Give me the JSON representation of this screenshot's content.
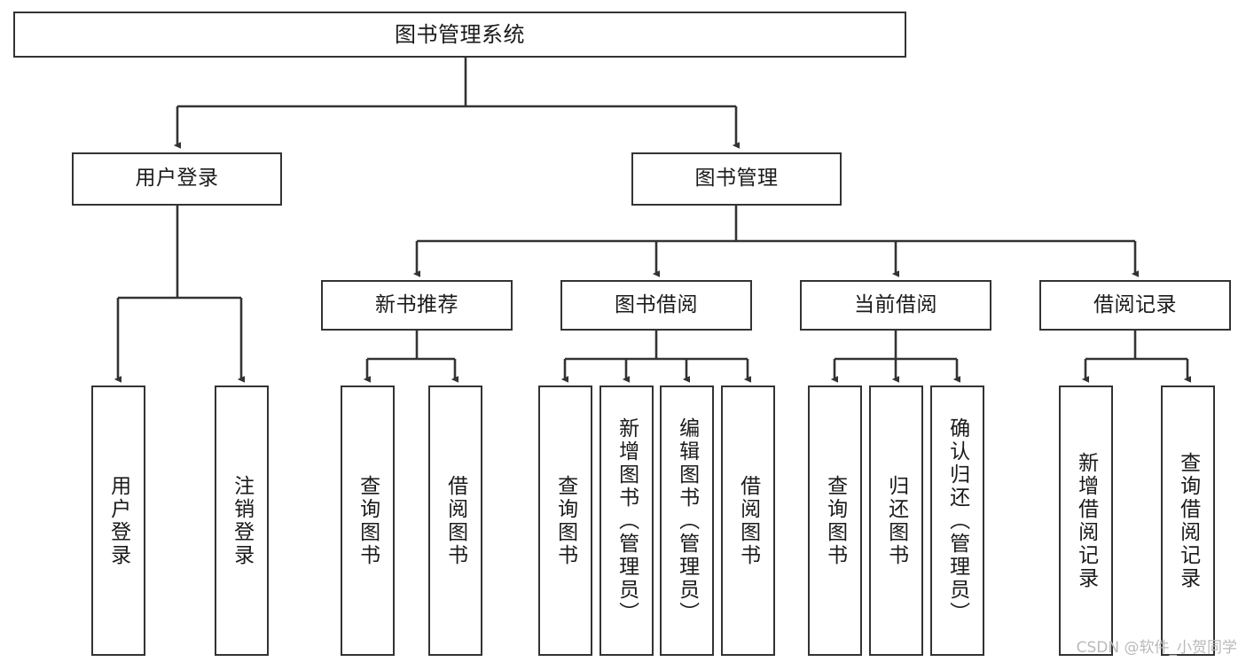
{
  "diagram": {
    "title": "图书管理系统",
    "type": "tree",
    "colors": {
      "node_border": "#333333",
      "node_fill": "#ffffff",
      "edge": "#333333",
      "text": "#1a1a1a",
      "watermark": "#b9b9b9",
      "background": "#ffffff"
    },
    "root": {
      "id": "root",
      "label": "图书管理系统"
    },
    "level2": [
      {
        "id": "user-login",
        "label": "用户登录"
      },
      {
        "id": "book-manage",
        "label": "图书管理"
      }
    ],
    "level3": [
      {
        "id": "new-book-rec",
        "label": "新书推荐"
      },
      {
        "id": "book-borrow",
        "label": "图书借阅"
      },
      {
        "id": "current-borrow",
        "label": "当前借阅"
      },
      {
        "id": "borrow-record",
        "label": "借阅记录"
      }
    ],
    "leaves": {
      "user_login": [
        {
          "id": "leaf-user-login",
          "label": "用户登录"
        },
        {
          "id": "leaf-logout",
          "label": "注销登录"
        }
      ],
      "new_book_rec": [
        {
          "id": "leaf-query-book-1",
          "label": "查询图书"
        },
        {
          "id": "leaf-borrow-book-1",
          "label": "借阅图书"
        }
      ],
      "book_borrow": [
        {
          "id": "leaf-query-book-2",
          "label": "查询图书"
        },
        {
          "id": "leaf-add-book",
          "label": "新增图书（管理员）"
        },
        {
          "id": "leaf-edit-book",
          "label": "编辑图书（管理员）"
        },
        {
          "id": "leaf-borrow-book-2",
          "label": "借阅图书"
        }
      ],
      "current_borrow": [
        {
          "id": "leaf-query-book-3",
          "label": "查询图书"
        },
        {
          "id": "leaf-return-book",
          "label": "归还图书"
        },
        {
          "id": "leaf-confirm-return",
          "label": "确认归还（管理员）"
        }
      ],
      "borrow_record": [
        {
          "id": "leaf-add-record",
          "label": "新增借阅记录"
        },
        {
          "id": "leaf-query-record",
          "label": "查询借阅记录"
        }
      ]
    }
  },
  "watermark": {
    "text": "CSDN @软件_小贺同学"
  }
}
